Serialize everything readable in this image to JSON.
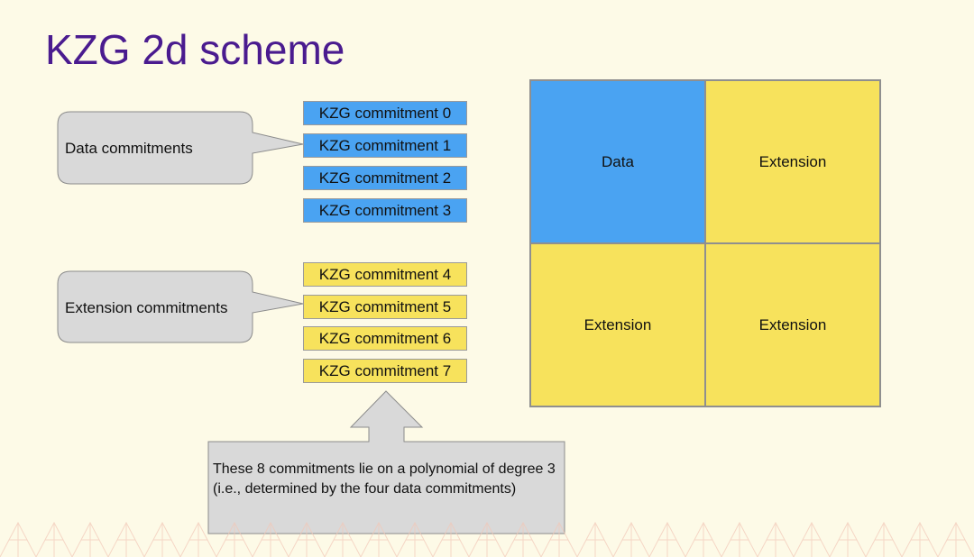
{
  "title": "KZG 2d scheme",
  "callouts": {
    "data": "Data commitments",
    "extension": "Extension commitments"
  },
  "commitments": [
    {
      "label": "KZG commitment 0",
      "kind": "data"
    },
    {
      "label": "KZG commitment 1",
      "kind": "data"
    },
    {
      "label": "KZG commitment 2",
      "kind": "data"
    },
    {
      "label": "KZG commitment 3",
      "kind": "data"
    },
    {
      "label": "KZG commitment 4",
      "kind": "extension"
    },
    {
      "label": "KZG commitment 5",
      "kind": "extension"
    },
    {
      "label": "KZG commitment 6",
      "kind": "extension"
    },
    {
      "label": "KZG commitment 7",
      "kind": "extension"
    }
  ],
  "grid": [
    {
      "label": "Data",
      "kind": "data"
    },
    {
      "label": "Extension",
      "kind": "extension"
    },
    {
      "label": "Extension",
      "kind": "extension"
    },
    {
      "label": "Extension",
      "kind": "extension"
    }
  ],
  "note": "These 8 commitments lie on a polynomial of degree 3 (i.e., determined by the four data commitments)",
  "colors": {
    "background": "#fdfae7",
    "title": "#4a1b8f",
    "data": "#4aa3f2",
    "extension": "#f7e25c",
    "callout": "#d9d9d9"
  }
}
